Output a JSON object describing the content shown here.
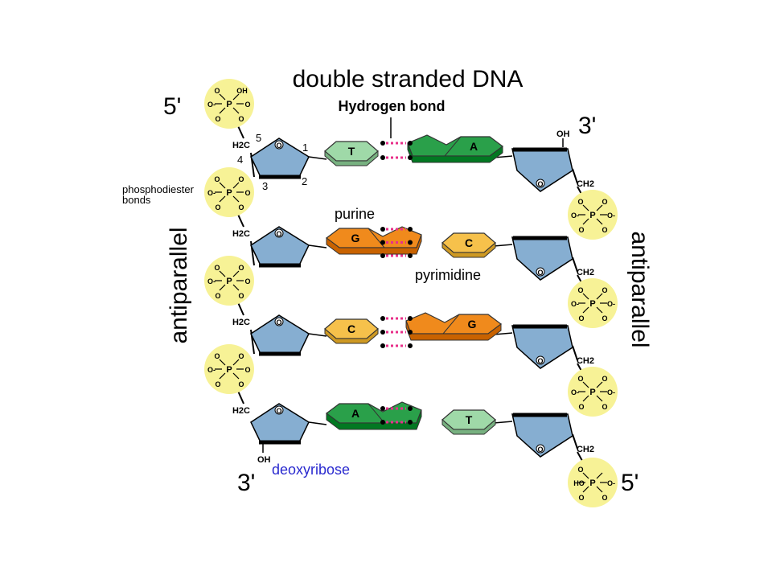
{
  "title": "double stranded DNA",
  "labels": {
    "hydrogen_bond": "Hydrogen bond",
    "five_prime_top": "5'",
    "three_prime_top": "3'",
    "three_prime_bottom": "3'",
    "five_prime_bottom": "5'",
    "antiparallel_left": "antiparallel",
    "antiparallel_right": "antiparallel",
    "phosphodiester_1": "phosphodiester",
    "phosphodiester_2": "bonds",
    "purine": "purine",
    "pyrimidine": "pyrimidine",
    "deoxyribose": "deoxyribose",
    "oh": "OH",
    "h2c": "H2C",
    "ch2": "CH2"
  },
  "carbon_numbers": [
    "1",
    "2",
    "3",
    "4",
    "5"
  ],
  "phosphate_atoms": {
    "p": "P",
    "o": "O",
    "oh": "OH",
    "ho": "HO",
    "o_minus": "O-"
  },
  "base_pairs": [
    {
      "left": "T",
      "right": "A"
    },
    {
      "left": "G",
      "right": "C"
    },
    {
      "left": "C",
      "right": "G"
    },
    {
      "left": "A",
      "right": "T"
    }
  ],
  "colors": {
    "phosphate": "#f7f296",
    "sugar": "#86aed1",
    "adenine": "#2aa04a",
    "thymine": "#9fd9a8",
    "guanine": "#f08a1c",
    "cytosine": "#f6c14b",
    "hydrogen_bond": "#e8308a",
    "deoxyribose_label": "#2a2acf"
  }
}
